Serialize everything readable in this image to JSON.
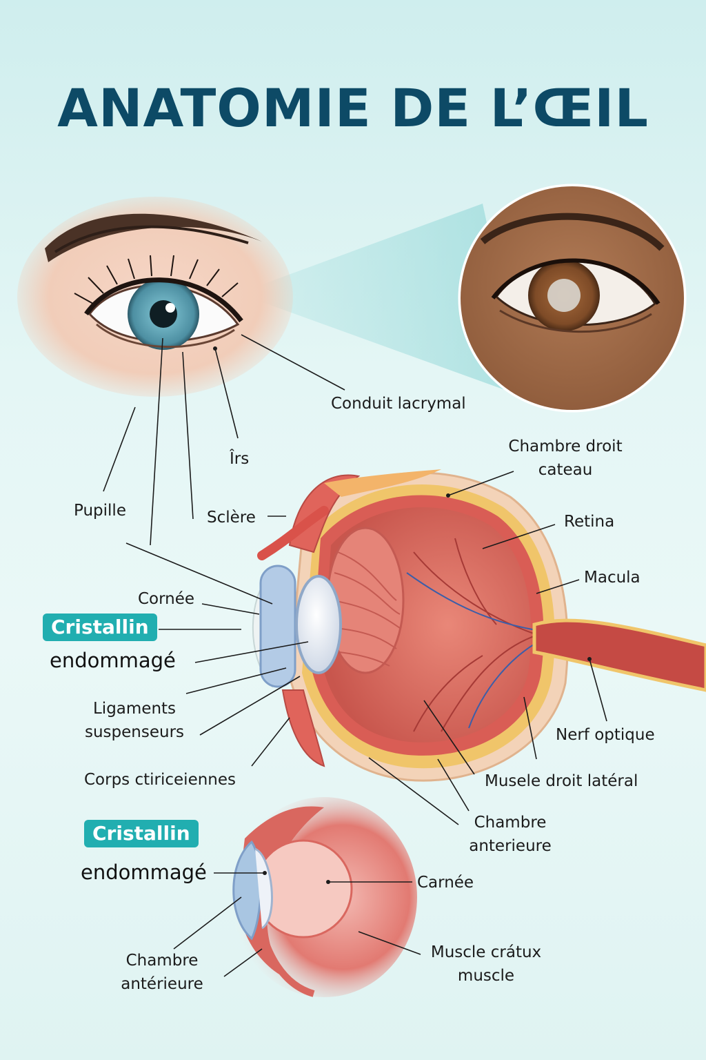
{
  "title": "ANATOMIE DE L’ŒIL",
  "colors": {
    "title": "#0d4a66",
    "badge": "#21aeb0",
    "iris_blue": "#5b9fb0",
    "iris_brown": "#8a5530",
    "eyeball_red": "#d9675f",
    "cornea_blue": "#a9c6e2"
  },
  "labels": {
    "conduit": "Conduit lacrymal",
    "iris": "Îrs",
    "pupille": "Pupille",
    "sclere": "Sclère",
    "chambre_droit": "Chambre droit",
    "cateau": "cateau",
    "retina": "Retina",
    "macula": "Macula",
    "cornee": "Cornée",
    "cristallin_1": "Cristallin",
    "endommage_1": "endommagé",
    "ligaments_1": "Ligaments",
    "ligaments_2": "suspenseurs",
    "nerf": "Nerf optique",
    "corps": "Corps ctiriceiennes",
    "musele": "Musele droit latéral",
    "chambre_ant_1": "Chambre",
    "chambre_ant_2": "anterieure",
    "cristallin_2": "Cristallin",
    "endommage_2": "endommagé",
    "carnee": "Carnée",
    "chambre_ant2_1": "Chambre",
    "chambre_ant2_2": "antérieure",
    "muscle_1": "Muscle crátux",
    "muscle_2": "muscle"
  }
}
